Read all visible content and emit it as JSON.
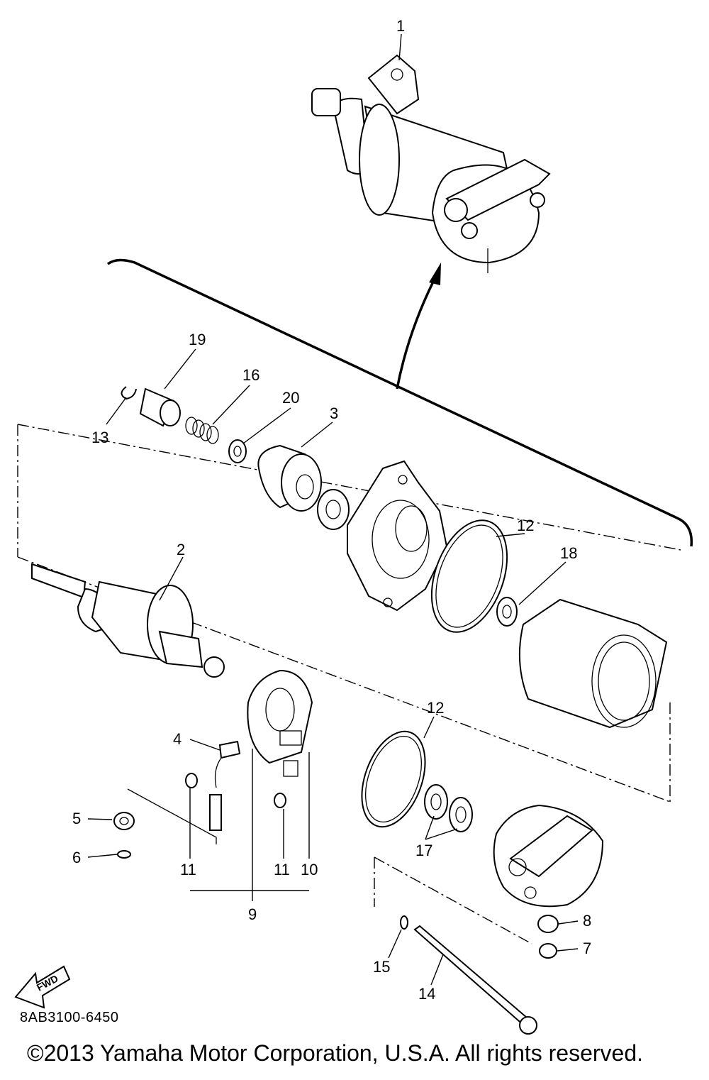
{
  "diagram": {
    "part_numbers": [
      "1",
      "2",
      "3",
      "4",
      "5",
      "6",
      "7",
      "8",
      "9",
      "10",
      "11",
      "11",
      "12",
      "12",
      "13",
      "14",
      "15",
      "16",
      "17",
      "18",
      "19",
      "20"
    ],
    "direction_badge": "FWD",
    "drawing_code": "8AB3100-6450",
    "copyright": "©2013 Yamaha Motor Corporation, U.S.A. All rights reserved."
  }
}
